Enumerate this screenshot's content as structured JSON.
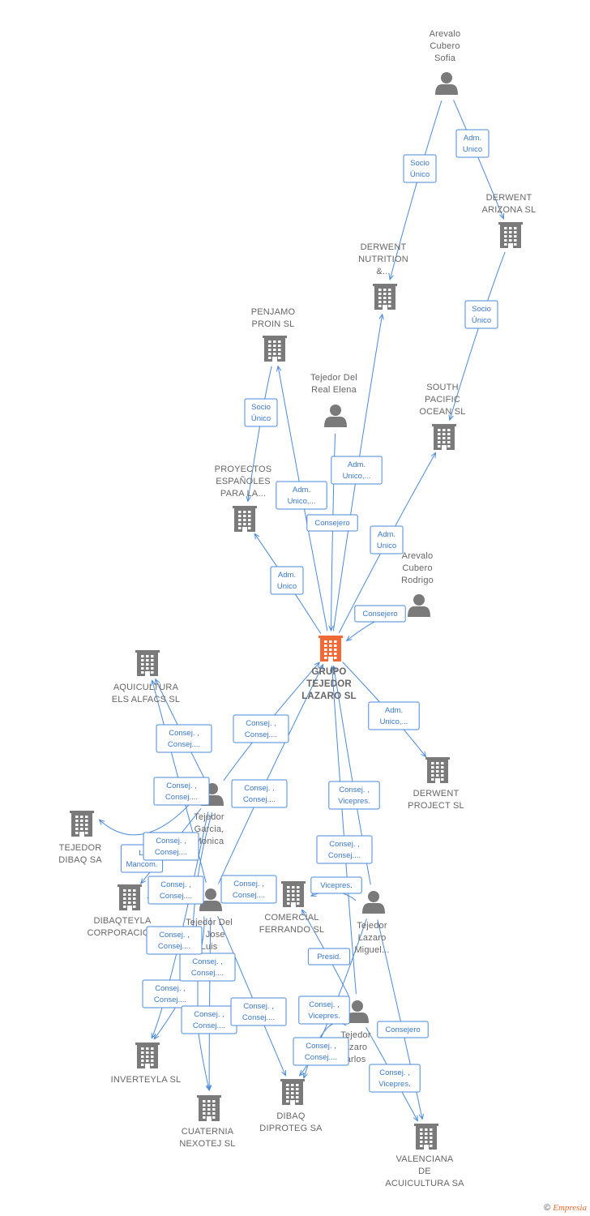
{
  "colors": {
    "edge": "#4a8ad8",
    "node_icon": "#7a7a7a",
    "main_icon": "#f06a35",
    "label": "#666666"
  },
  "nodes": [
    {
      "id": "arevalo_sofia",
      "kind": "person",
      "icon": "person-icon",
      "label": [
        "Arevalo",
        "Cubero",
        "Sofia"
      ]
    },
    {
      "id": "derwent_arizona",
      "kind": "company",
      "icon": "building-icon",
      "label": [
        "DERWENT",
        "ARIZONA SL"
      ]
    },
    {
      "id": "derwent_nutrition",
      "kind": "company",
      "icon": "building-icon",
      "label": [
        "DERWENT",
        "NUTRITION",
        "&..."
      ]
    },
    {
      "id": "penjamo",
      "kind": "company",
      "icon": "building-icon",
      "label": [
        "PENJAMO",
        "PROIN  SL"
      ]
    },
    {
      "id": "tejedor_elena",
      "kind": "person",
      "icon": "person-icon",
      "label": [
        "Tejedor Del",
        "Real Elena"
      ]
    },
    {
      "id": "south_pacific",
      "kind": "company",
      "icon": "building-icon",
      "label": [
        "SOUTH",
        "PACIFIC",
        "OCEAN SL"
      ]
    },
    {
      "id": "proyectos",
      "kind": "company",
      "icon": "building-icon",
      "label": [
        "PROYECTOS",
        "ESPAÑOLES",
        "PARA LA..."
      ]
    },
    {
      "id": "arevalo_rodrigo",
      "kind": "person",
      "icon": "person-icon",
      "label": [
        "Arevalo",
        "Cubero",
        "Rodrigo"
      ]
    },
    {
      "id": "grupo",
      "kind": "company",
      "icon": "building-icon",
      "main": true,
      "label": [
        "GRUPO",
        "TEJEDOR",
        "LAZARO  SL"
      ]
    },
    {
      "id": "aquicultura",
      "kind": "company",
      "icon": "building-icon",
      "label": [
        "AQUICULTURA",
        "ELS ALFACS SL"
      ]
    },
    {
      "id": "derwent_project",
      "kind": "company",
      "icon": "building-icon",
      "label": [
        "DERWENT",
        "PROJECT  SL"
      ]
    },
    {
      "id": "tejedor_monica",
      "kind": "person",
      "icon": "person-icon",
      "label": [
        "Tejedor",
        "Garcia,",
        "Monica"
      ]
    },
    {
      "id": "tejedor_dibaq",
      "kind": "company",
      "icon": "building-icon",
      "label": [
        "TEJEDOR",
        "DIBAQ SA"
      ]
    },
    {
      "id": "dibaqteyla",
      "kind": "company",
      "icon": "building-icon",
      "label": [
        "DIBAQTEYLA",
        "CORPORACIO..."
      ]
    },
    {
      "id": "tejedor_jose",
      "kind": "person",
      "icon": "person-icon",
      "label": [
        "Tejedor Del",
        "al,  Jose",
        "Luis"
      ]
    },
    {
      "id": "comercial",
      "kind": "company",
      "icon": "building-icon",
      "label": [
        "COMERCIAL",
        "FERRANDO SL"
      ]
    },
    {
      "id": "tejedor_miguel",
      "kind": "person",
      "icon": "person-icon",
      "label": [
        "Tejedor",
        "Lazaro",
        "Miguel..."
      ]
    },
    {
      "id": "tejedor_carlos",
      "kind": "person",
      "icon": "person-icon",
      "label": [
        "Tejedor",
        "azaro",
        "arlos"
      ]
    },
    {
      "id": "inverteyla",
      "kind": "company",
      "icon": "building-icon",
      "label": [
        "INVERTEYLA SL"
      ]
    },
    {
      "id": "cuaternia",
      "kind": "company",
      "icon": "building-icon",
      "label": [
        "CUATERNIA",
        "NEXOTEJ SL"
      ]
    },
    {
      "id": "dibaq_diproteg",
      "kind": "company",
      "icon": "building-icon",
      "label": [
        "DIBAQ",
        "DIPROTEG SA"
      ]
    },
    {
      "id": "valenciana",
      "kind": "company",
      "icon": "building-icon",
      "label": [
        "VALENCIANA",
        "DE",
        "ACUICULTURA SA"
      ]
    }
  ],
  "edges": [
    {
      "from": "arevalo_sofia",
      "to": "derwent_nutrition",
      "label": [
        "Socio",
        "Único"
      ]
    },
    {
      "from": "arevalo_sofia",
      "to": "derwent_arizona",
      "label": [
        "Adm.",
        "Unico"
      ]
    },
    {
      "from": "derwent_arizona",
      "to": "south_pacific",
      "label": [
        "Socio",
        "Único"
      ]
    },
    {
      "from": "penjamo",
      "to": "proyectos",
      "label": [
        "Socio",
        "Único"
      ]
    },
    {
      "from": "grupo",
      "to": "penjamo",
      "label": [
        "Adm.",
        "Unico,..."
      ]
    },
    {
      "from": "grupo",
      "to": "derwent_nutrition",
      "label": [
        "Adm.",
        "Unico,..."
      ]
    },
    {
      "from": "tejedor_elena",
      "to": "grupo",
      "label": [
        "Consejero"
      ]
    },
    {
      "from": "grupo",
      "to": "south_pacific",
      "label": [
        "Adm.",
        "Unico"
      ]
    },
    {
      "from": "grupo",
      "to": "proyectos",
      "label": [
        "Adm.",
        "Unico"
      ]
    },
    {
      "from": "arevalo_rodrigo",
      "to": "grupo",
      "label": [
        "Consejero"
      ]
    },
    {
      "from": "grupo",
      "to": "derwent_project",
      "label": [
        "Adm.",
        "Unico,..."
      ]
    },
    {
      "from": "tejedor_monica",
      "to": "aquicultura",
      "label": [
        "Consej. ,",
        "Consej...."
      ]
    },
    {
      "from": "tejedor_monica",
      "to": "grupo",
      "label": [
        "Consej. ,",
        "Consej...."
      ]
    },
    {
      "from": "tejedor_jose",
      "to": "aquicultura",
      "label": [
        "Consej. ,",
        "Consej...."
      ]
    },
    {
      "from": "tejedor_jose",
      "to": "grupo",
      "label": [
        "Consej. ,",
        "Consej...."
      ]
    },
    {
      "from": "tejedor_monica",
      "to": "tejedor_dibaq",
      "label": [
        "Li",
        "Mancom."
      ]
    },
    {
      "from": "tejedor_monica",
      "to": "dibaqteyla",
      "label": [
        "Consej. ,",
        "Consej...."
      ]
    },
    {
      "from": "tejedor_jose",
      "to": "dibaqteyla",
      "label": [
        "Consej. ,",
        "Consej...."
      ]
    },
    {
      "from": "tejedor_jose",
      "to": "comercial",
      "label": [
        "Consej. ,",
        "Consej...."
      ]
    },
    {
      "from": "tejedor_miguel",
      "to": "grupo",
      "label": [
        "Consej. ,",
        "Vicepres."
      ]
    },
    {
      "from": "tejedor_carlos",
      "to": "grupo",
      "label": [
        "Consej. ,",
        "Consej...."
      ]
    },
    {
      "from": "tejedor_miguel",
      "to": "comercial",
      "label": [
        "Vicepres."
      ]
    },
    {
      "from": "tejedor_carlos",
      "to": "comercial",
      "label": [
        "Presid."
      ]
    },
    {
      "from": "tejedor_monica",
      "to": "inverteyla",
      "label": [
        "Consej. ,",
        "Consej...."
      ]
    },
    {
      "from": "tejedor_jose",
      "to": "inverteyla",
      "label": [
        "Consej. ,",
        "Consej...."
      ]
    },
    {
      "from": "tejedor_jose",
      "to": "cuaternia",
      "label": [
        "Consej. ,",
        "Consej...."
      ]
    },
    {
      "from": "tejedor_monica",
      "to": "cuaternia",
      "label": [
        "Consej. ,",
        "Consej...."
      ]
    },
    {
      "from": "tejedor_jose",
      "to": "dibaq_diproteg",
      "label": [
        "Consej. ,",
        "Consej...."
      ]
    },
    {
      "from": "tejedor_carlos",
      "to": "dibaq_diproteg",
      "label": [
        "Consej. ,",
        "Vicepres."
      ]
    },
    {
      "from": "tejedor_miguel",
      "to": "dibaq_diproteg",
      "label": [
        "Consej. ,",
        "Consej...."
      ]
    },
    {
      "from": "tejedor_miguel",
      "to": "valenciana",
      "label": [
        "Consejero"
      ]
    },
    {
      "from": "tejedor_carlos",
      "to": "valenciana",
      "label": [
        "Consej. ,",
        "Vicepres."
      ]
    }
  ],
  "credit": {
    "symbol": "©",
    "brand": "Empresia"
  }
}
